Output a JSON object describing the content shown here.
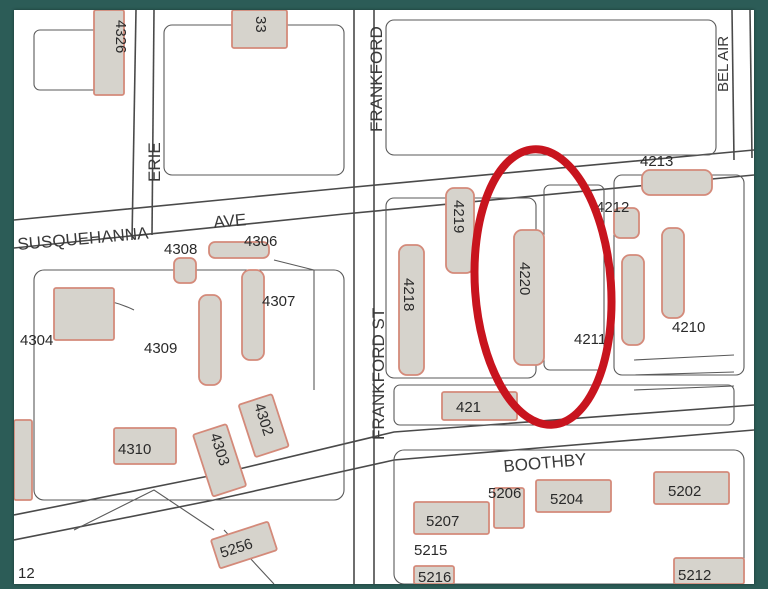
{
  "streets": {
    "susquehanna": "SUSQUEHANNA",
    "ave": "AVE",
    "frankford_st": "FRANKFORD ST",
    "frankford_top": "FRANKFORD",
    "erie": "ERIE",
    "boothby": "BOOTHBY",
    "bel_air": "BEL AIR"
  },
  "buildings": {
    "b4326": "4326",
    "b33": "33",
    "b4308": "4308",
    "b4306": "4306",
    "b4307": "4307",
    "b4304": "4304",
    "b4309": "4309",
    "b4310": "4310",
    "b4303": "4303",
    "b4302": "4302",
    "b5256": "5256",
    "b4218": "4218",
    "b4219": "4219",
    "b4220": "4220",
    "b421": "421",
    "b4212": "4212",
    "b4213": "4213",
    "b4211": "4211",
    "b4210": "4210",
    "b5207": "5207",
    "b5206": "5206",
    "b5204": "5204",
    "b5202": "5202",
    "b5215": "5215",
    "b5216": "5216",
    "b5212": "5212",
    "b12": "12"
  },
  "colors": {
    "building_fill": "#d6d3cc",
    "building_stroke": "#d48a7a",
    "road_line": "#4a4a4a",
    "highlight": "#c8141e",
    "background": "#2c5c57"
  }
}
